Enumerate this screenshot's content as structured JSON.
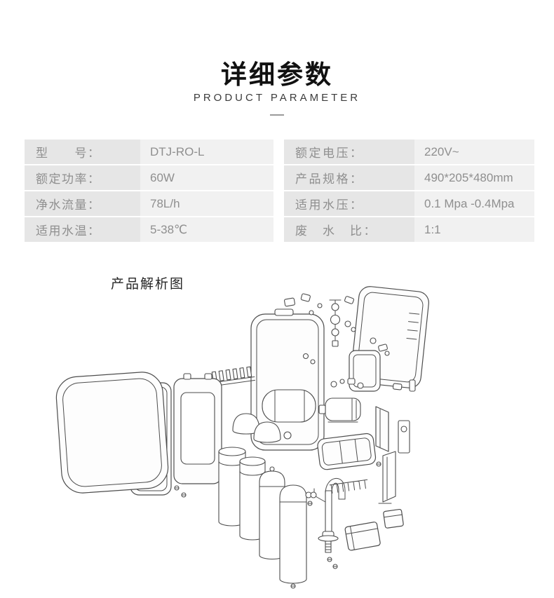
{
  "header": {
    "title": "详细参数",
    "subtitle": "PRODUCT PARAMETER"
  },
  "specs": {
    "left": [
      {
        "label": "型　　号：",
        "value": "DTJ-RO-L"
      },
      {
        "label": "额定功率：",
        "value": "60W"
      },
      {
        "label": "净水流量：",
        "value": "78L/h"
      },
      {
        "label": "适用水温：",
        "value": "5-38℃"
      }
    ],
    "right": [
      {
        "label": "额定电压：",
        "value": "220V~"
      },
      {
        "label": "产品规格：",
        "value": "490*205*480mm"
      },
      {
        "label": "适用水压：",
        "value": "0.1 Mpa -0.4Mpa"
      },
      {
        "label": "废　水　比：",
        "value": "1:1"
      }
    ]
  },
  "diagram": {
    "title": "产品解析图"
  },
  "colors": {
    "label_bg": "#e6e6e6",
    "value_bg": "#f1f1f1",
    "text_gray": "#8f8f8f",
    "title_black": "#111111",
    "line_gray": "#4d4d4d"
  }
}
